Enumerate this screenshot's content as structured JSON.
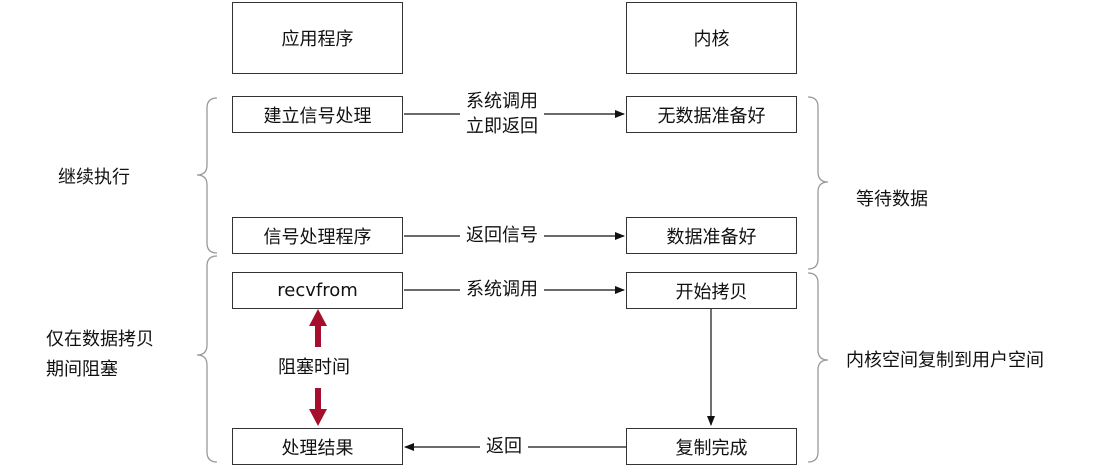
{
  "header": {
    "app_label": "应用程序",
    "kernel_label": "内核"
  },
  "boxes": {
    "setup_signal": "建立信号处理",
    "no_data_ready": "无数据准备好",
    "signal_handler": "信号处理程序",
    "data_ready": "数据准备好",
    "recvfrom": "recvfrom",
    "start_copy": "开始拷贝",
    "process_result": "处理结果",
    "copy_done": "复制完成"
  },
  "arrows": {
    "syscall_line1": "系统调用",
    "syscall_line2": "立即返回",
    "return_signal": "返回信号",
    "syscall": "系统调用",
    "return": "返回",
    "block_time": "阻塞时间"
  },
  "side": {
    "continue_exec": "继续执行",
    "blocked_line1": "仅在数据拷贝",
    "blocked_line2": "期间阻塞",
    "wait_data": "等待数据",
    "copy_to_user": "内核空间复制到用户空间"
  },
  "colors": {
    "line": "#111111",
    "box_border": "#333333",
    "bracket": "#999999",
    "block_arrow": "#a50f2d"
  }
}
